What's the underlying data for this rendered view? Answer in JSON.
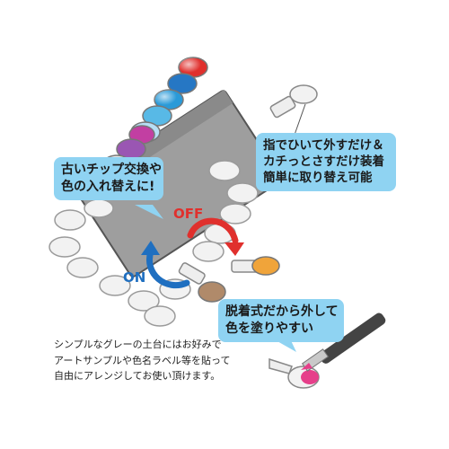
{
  "colors": {
    "bubble": "#8fd3f2",
    "base": "#9e9e9e",
    "off_arrow": "#e0302d",
    "on_arrow": "#1f6fc0",
    "tips": [
      "#e0302d",
      "#2677c4",
      "#2a9ad8",
      "#58b9e6",
      "#b7def5",
      "#c23fa2",
      "#9a56b3",
      "#e8e8e8"
    ],
    "detached_tip_orange": "#f0a43a",
    "detached_tip_brown": "#b08a6a",
    "brush_paint": "#e63f8a"
  },
  "bubbles": {
    "tip_exchange": {
      "line1": "古いチップ交換や",
      "line2": "色の入れ替えに!"
    },
    "easy_attach": {
      "line1": "指でひいて外すだけ＆",
      "line2": "カチっとさすだけ装着",
      "line3": "簡単に取り替え可能"
    },
    "removable": {
      "line1": "脱着式だから外して",
      "line2": "色を塗りやすい"
    }
  },
  "labels": {
    "off": "OFF",
    "on": "ON"
  },
  "caption": {
    "line1": "シンプルなグレーの土台にはお好みで",
    "line2": "アートサンプルや色名ラベル等を貼って",
    "line3": "自由にアレンジしてお使い頂けます。"
  }
}
